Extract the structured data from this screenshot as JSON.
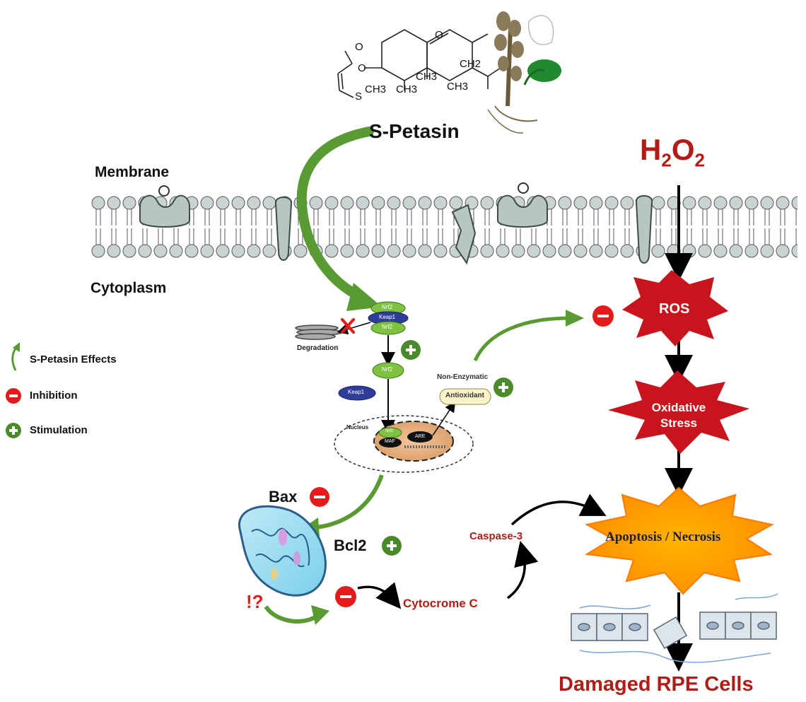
{
  "compound": {
    "name": "S-Petasin",
    "formula_labels": [
      "O",
      "O",
      "S",
      "CH3",
      "CH3",
      "CH3",
      "CH2",
      "CH3",
      "O"
    ]
  },
  "regions": {
    "membrane": "Membrane",
    "cytoplasm": "Cytoplasm"
  },
  "stressor": {
    "base": "H",
    "sub1": "2",
    "mid": "O",
    "sub2": "2"
  },
  "pathway": {
    "ros": "ROS",
    "oxidative_stress": "Oxidative Stress",
    "apoptosis": "Apoptosis / Necrosis",
    "damaged": "Damaged RPE Cells"
  },
  "nrf2_module": {
    "nrf2": "Nrf2",
    "keap1": "Keap1",
    "degradation": "Degradation",
    "nucleus": "Nucleus",
    "maf": "MAF",
    "are": "ARE",
    "non_enzymatic": "Non-Enzymatic",
    "antioxidant": "Antioxidant"
  },
  "mitochondria": {
    "bax": "Bax",
    "bcl2": "Bcl2",
    "unknown": "!?",
    "cytochrome": "Cytocrome C",
    "caspase": "Caspase-3"
  },
  "legend": {
    "items": [
      {
        "label": "S-Petasin Effects",
        "symbol": "green-arrow"
      },
      {
        "label": "Inhibition",
        "symbol": "minus"
      },
      {
        "label": "Stimulation",
        "symbol": "plus"
      }
    ]
  },
  "colors": {
    "effect_green": "#5a9a32",
    "plus_green": "#4a8a2a",
    "minus_red": "#e31b1b",
    "dark_red": "#b01c16",
    "burst_red": "#c8141c",
    "burst_orange": "#ffa500",
    "membrane": "#b8c6c1"
  }
}
